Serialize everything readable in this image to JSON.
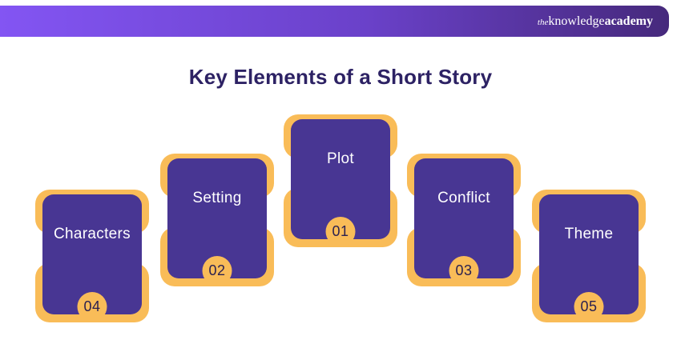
{
  "header": {
    "logo_the": "the",
    "logo_knowledge": "knowledge",
    "logo_academy": "academy"
  },
  "title": "Key Elements of a Short Story",
  "colors": {
    "header_gradient_left": "#8355f3",
    "header_gradient_right": "#46297c",
    "panel_purple": "#483693",
    "frame_orange": "#f9bc58",
    "title_color": "#2d2264",
    "number_color": "#2b2150",
    "label_color": "#ffffff"
  },
  "cards": [
    {
      "label": "Characters",
      "number": "04"
    },
    {
      "label": "Setting",
      "number": "02"
    },
    {
      "label": "Plot",
      "number": "01"
    },
    {
      "label": "Conflict",
      "number": "03"
    },
    {
      "label": "Theme",
      "number": "05"
    }
  ]
}
